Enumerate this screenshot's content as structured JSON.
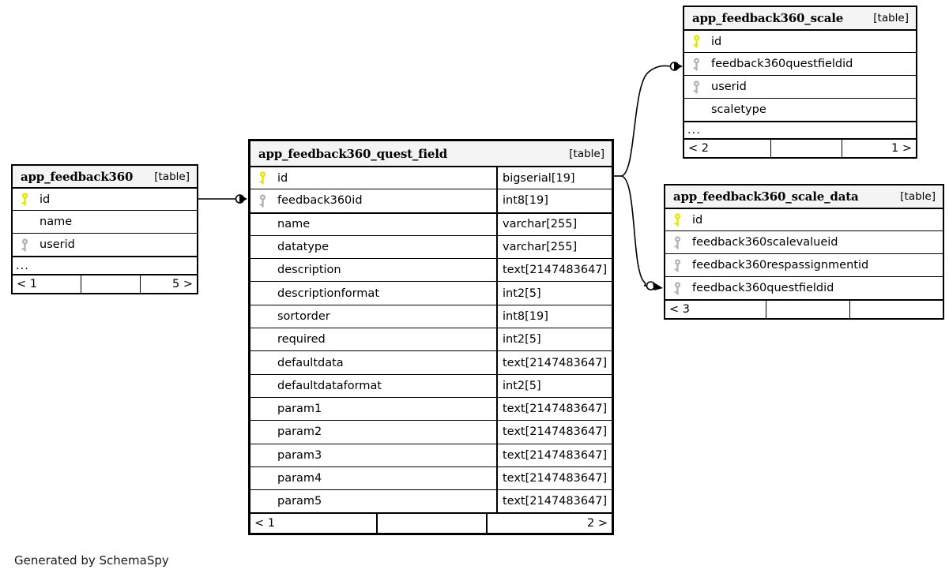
{
  "diagram": {
    "caption": "Generated by SchemaSpy",
    "table_tag": "[table]",
    "ellipsis": "...",
    "colors": {
      "primary_key": "#e4e400",
      "foreign_key": "#b3b3b3",
      "header_bg": "#f4f4f4",
      "border": "#000000",
      "background": "#ffffff"
    }
  },
  "tables": [
    {
      "id": "app_feedback360",
      "name": "app_feedback360",
      "tag": "[table]",
      "columns": [
        {
          "key": "primary",
          "name": "id",
          "type": ""
        },
        {
          "key": "none",
          "name": "name",
          "type": ""
        },
        {
          "key": "foreign",
          "name": "userid",
          "type": ""
        }
      ],
      "has_ellipsis": true,
      "footer": {
        "left": "< 1",
        "middle": "",
        "right": "5 >"
      }
    },
    {
      "id": "app_feedback360_quest_field",
      "name": "app_feedback360_quest_field",
      "tag": "[table]",
      "columns": [
        {
          "key": "primary",
          "name": "id",
          "type": "bigserial[19]"
        },
        {
          "key": "foreign",
          "name": "feedback360id",
          "type": "int8[19]"
        },
        {
          "key": "none",
          "name": "name",
          "type": "varchar[255]"
        },
        {
          "key": "none",
          "name": "datatype",
          "type": "varchar[255]"
        },
        {
          "key": "none",
          "name": "description",
          "type": "text[2147483647]"
        },
        {
          "key": "none",
          "name": "descriptionformat",
          "type": "int2[5]"
        },
        {
          "key": "none",
          "name": "sortorder",
          "type": "int8[19]"
        },
        {
          "key": "none",
          "name": "required",
          "type": "int2[5]"
        },
        {
          "key": "none",
          "name": "defaultdata",
          "type": "text[2147483647]"
        },
        {
          "key": "none",
          "name": "defaultdataformat",
          "type": "int2[5]"
        },
        {
          "key": "none",
          "name": "param1",
          "type": "text[2147483647]"
        },
        {
          "key": "none",
          "name": "param2",
          "type": "text[2147483647]"
        },
        {
          "key": "none",
          "name": "param3",
          "type": "text[2147483647]"
        },
        {
          "key": "none",
          "name": "param4",
          "type": "text[2147483647]"
        },
        {
          "key": "none",
          "name": "param5",
          "type": "text[2147483647]"
        }
      ],
      "has_ellipsis": false,
      "footer": {
        "left": "< 1",
        "middle": "",
        "right": "2 >"
      }
    },
    {
      "id": "app_feedback360_scale",
      "name": "app_feedback360_scale",
      "tag": "[table]",
      "columns": [
        {
          "key": "primary",
          "name": "id",
          "type": ""
        },
        {
          "key": "foreign",
          "name": "feedback360questfieldid",
          "type": ""
        },
        {
          "key": "foreign",
          "name": "userid",
          "type": ""
        },
        {
          "key": "none",
          "name": "scaletype",
          "type": ""
        }
      ],
      "has_ellipsis": true,
      "footer": {
        "left": "< 2",
        "middle": "",
        "right": "1 >"
      }
    },
    {
      "id": "app_feedback360_scale_data",
      "name": "app_feedback360_scale_data",
      "tag": "[table]",
      "columns": [
        {
          "key": "primary",
          "name": "id",
          "type": ""
        },
        {
          "key": "foreign",
          "name": "feedback360scalevalueid",
          "type": ""
        },
        {
          "key": "foreign",
          "name": "feedback360respassignmentid",
          "type": ""
        },
        {
          "key": "foreign",
          "name": "feedback360questfieldid",
          "type": ""
        }
      ],
      "has_ellipsis": false,
      "footer": {
        "left": "< 3",
        "middle": "",
        "right": ""
      }
    }
  ],
  "relationships": [
    {
      "from": "app_feedback360",
      "from_column": "id",
      "to": "app_feedback360_quest_field",
      "to_column": "feedback360id"
    },
    {
      "from": "app_feedback360_quest_field",
      "from_column": "id",
      "to": "app_feedback360_scale",
      "to_column": "feedback360questfieldid"
    },
    {
      "from": "app_feedback360_quest_field",
      "from_column": "id",
      "to": "app_feedback360_scale_data",
      "to_column": "feedback360questfieldid"
    }
  ]
}
